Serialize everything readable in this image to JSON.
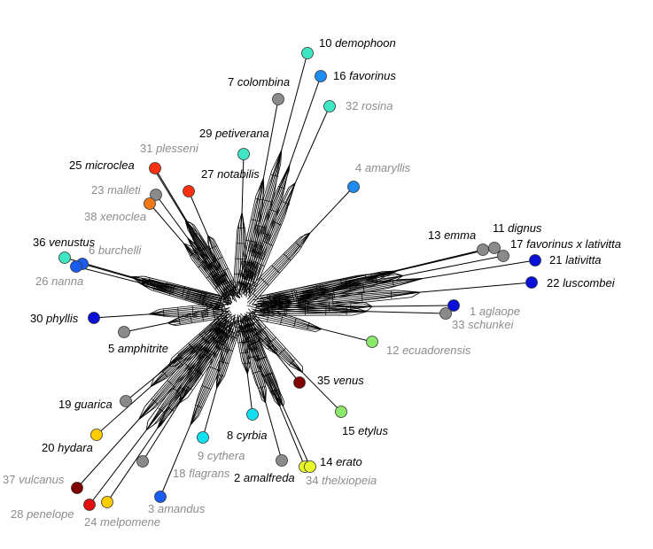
{
  "diagram": {
    "type": "split-network",
    "taxa": [
      {
        "num": "10",
        "name": "demophoon",
        "color": "#3ee6c4",
        "label_color": "black"
      },
      {
        "num": "16",
        "name": "favorinus",
        "color": "#1e8cf0",
        "label_color": "black"
      },
      {
        "num": "7",
        "name": "colombina",
        "color": "#8a8a8a",
        "label_color": "black"
      },
      {
        "num": "32",
        "name": "rosina",
        "color": "#3ee6c4",
        "label_color": "gray"
      },
      {
        "num": "29",
        "name": "petiverana",
        "color": "#3ee6c4",
        "label_color": "black"
      },
      {
        "num": "31",
        "name": "plesseni",
        "color": "#ff3010",
        "label_color": "gray"
      },
      {
        "num": "25",
        "name": "microclea",
        "color": "#ff3010",
        "label_color": "black"
      },
      {
        "num": "27",
        "name": "notabilis",
        "color": "#ff3010",
        "label_color": "black"
      },
      {
        "num": "23",
        "name": "malleti",
        "color": "#8a8a8a",
        "label_color": "gray"
      },
      {
        "num": "38",
        "name": "xenoclea",
        "color": "#f07818",
        "label_color": "gray"
      },
      {
        "num": "4",
        "name": "amaryllis",
        "color": "#1e8cf0",
        "label_color": "gray"
      },
      {
        "num": "36",
        "name": "venustus",
        "color": "#3ee6c4",
        "label_color": "black"
      },
      {
        "num": "6",
        "name": "burchelli",
        "color": "#1a5cf0",
        "label_color": "gray"
      },
      {
        "num": "26",
        "name": "nanna",
        "color": "#1a5cf0",
        "label_color": "gray"
      },
      {
        "num": "30",
        "name": "phyllis",
        "color": "#0a10d8",
        "label_color": "black"
      },
      {
        "num": "5",
        "name": "amphitrite",
        "color": "#8a8a8a",
        "label_color": "black"
      },
      {
        "num": "13",
        "name": "emma",
        "color": "#8a8a8a",
        "label_color": "black"
      },
      {
        "num": "11",
        "name": "dignus",
        "color": "#8a8a8a",
        "label_color": "black"
      },
      {
        "num": "17",
        "name": "favorinus x lativitta",
        "color": "#8a8a8a",
        "label_color": "black"
      },
      {
        "num": "21",
        "name": "lativitta",
        "color": "#0a10d8",
        "label_color": "black"
      },
      {
        "num": "22",
        "name": "luscombei",
        "color": "#0a10d8",
        "label_color": "black"
      },
      {
        "num": "1",
        "name": "aglaope",
        "color": "#0a10d8",
        "label_color": "gray"
      },
      {
        "num": "33",
        "name": "schunkei",
        "color": "#8a8a8a",
        "label_color": "gray"
      },
      {
        "num": "12",
        "name": "ecuadorensis",
        "color": "#8ce86a",
        "label_color": "gray"
      },
      {
        "num": "35",
        "name": "venus",
        "color": "#800000",
        "label_color": "black"
      },
      {
        "num": "15",
        "name": "etylus",
        "color": "#8ce86a",
        "label_color": "black"
      },
      {
        "num": "19",
        "name": "guarica",
        "color": "#8a8a8a",
        "label_color": "black"
      },
      {
        "num": "20",
        "name": "hydara",
        "color": "#ffcc00",
        "label_color": "black"
      },
      {
        "num": "8",
        "name": "cyrbia",
        "color": "#10e0f0",
        "label_color": "black"
      },
      {
        "num": "9",
        "name": "cythera",
        "color": "#10e0f0",
        "label_color": "gray"
      },
      {
        "num": "18",
        "name": "flagrans",
        "color": "#8a8a8a",
        "label_color": "gray"
      },
      {
        "num": "2",
        "name": "amalfreda",
        "color": "#8a8a8a",
        "label_color": "black"
      },
      {
        "num": "14",
        "name": "erato",
        "color": "#e8f828",
        "label_color": "black"
      },
      {
        "num": "34",
        "name": "thelxiopeia",
        "color": "#e8f828",
        "label_color": "gray"
      },
      {
        "num": "37",
        "name": "vulcanus",
        "color": "#800000",
        "label_color": "gray"
      },
      {
        "num": "28",
        "name": "penelope",
        "color": "#e01010",
        "label_color": "gray"
      },
      {
        "num": "24",
        "name": "melpomene",
        "color": "#ffcc00",
        "label_color": "gray"
      },
      {
        "num": "3",
        "name": "amandus",
        "color": "#1a5cf0",
        "label_color": "gray"
      }
    ]
  }
}
